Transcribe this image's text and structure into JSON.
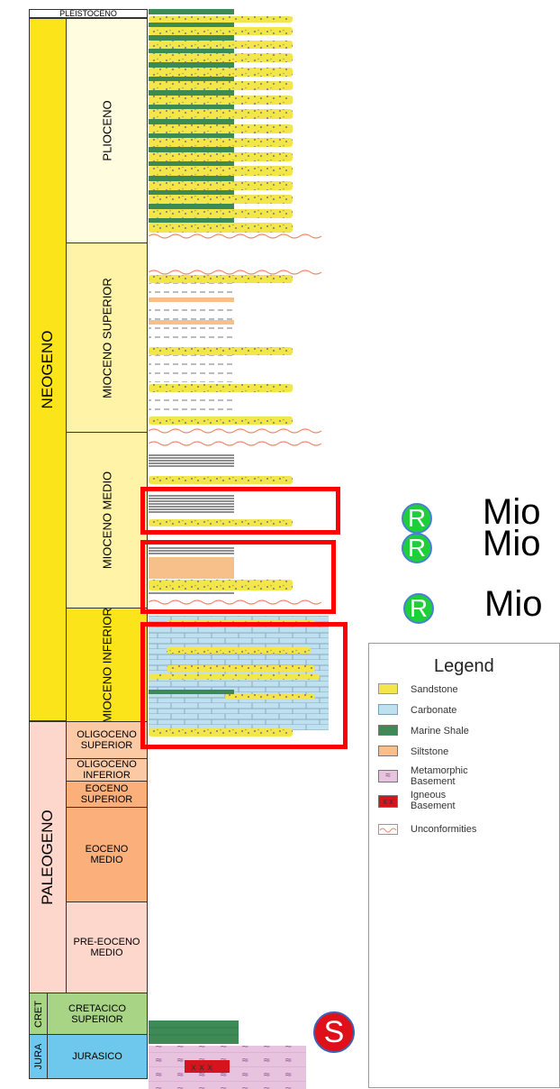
{
  "column": {
    "pleistoceno": "PLEISTOCENO",
    "neogeno": "NEOGENO",
    "plioceno": "PLIOCENO",
    "mioceno_superior": "MIOCENO SUPERIOR",
    "mioceno_medio": "MIOCENO MEDIO",
    "mioceno_inferior": "MIOCENO INFERIOR",
    "paleogeno": "PALEOGENO",
    "oligoceno_superior": [
      "OLIGOCENO",
      "SUPERIOR"
    ],
    "oligoceno_inferior": [
      "OLIGOCENO",
      "INFERIOR"
    ],
    "eoceno_superior": [
      "EOCENO",
      "SUPERIOR"
    ],
    "eoceno_medio": [
      "EOCENO",
      "MEDIO"
    ],
    "pre_eoceno_medio": [
      "PRE-EOCENO",
      "MEDIO"
    ],
    "cret": "CRET",
    "cretacico_superior": [
      "CRETACICO",
      "SUPERIOR"
    ],
    "jura": "JURA",
    "jurasico": "JURASICO"
  },
  "reservoir_markers": [
    {
      "badge": "R",
      "label": "Mio"
    },
    {
      "badge": "R",
      "label": "Mio"
    },
    {
      "badge": "R",
      "label": "Mio"
    }
  ],
  "source_marker": {
    "badge": "S"
  },
  "legend": {
    "title": "Legend",
    "items": [
      {
        "label": "Sandstone",
        "color": "#f2e64a"
      },
      {
        "label": "Carbonate",
        "color": "#bfe0ee"
      },
      {
        "label": "Marine Shale",
        "color": "#3e8a55"
      },
      {
        "label": "Siltstone",
        "color": "#f7c08a"
      },
      {
        "label": "Metamorphic Basement",
        "color": "#e8c3e0"
      },
      {
        "label": "Igneous Basement",
        "color": "#d4151c"
      },
      {
        "label": "Unconformities",
        "color": "#f08a6a"
      }
    ]
  },
  "colors": {
    "neogene": "#fbe51a",
    "pliocene": "#fffce0",
    "miocene_sup": "#fff3a8",
    "miocene_med": "#fff3a8",
    "miocene_inf": "#fbe51a",
    "paleogene": "#fdd6cc",
    "oligocene": "#fcc9a5",
    "eocene": "#fbb07c",
    "cretaceous": "#a8d486",
    "jurassic": "#6ec8ee",
    "highlight": "#ff0000"
  }
}
